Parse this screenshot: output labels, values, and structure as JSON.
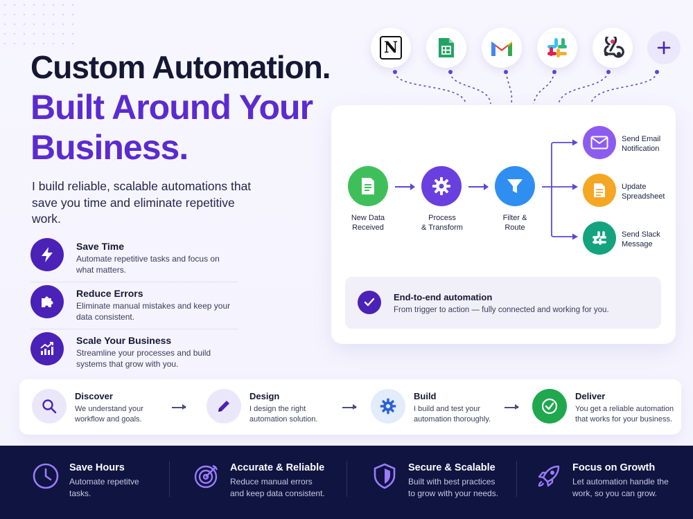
{
  "hero": {
    "line1": "Custom Automation.",
    "line2": "Built Around Your",
    "line3": "Business.",
    "subtitle": "I build reliable, scalable automations that save you time and eliminate repetitive work."
  },
  "benefits": [
    {
      "title": "Save Time",
      "desc": "Automate repetitive tasks and focus on what matters.",
      "icon": "lightning-icon"
    },
    {
      "title": "Reduce Errors",
      "desc": "Eliminate manual mistakes and keep your data consistent.",
      "icon": "puzzle-icon"
    },
    {
      "title": "Scale Your Business",
      "desc": "Streamline your processes and build systems that grow with you.",
      "icon": "growth-chart-icon"
    }
  ],
  "integrations": [
    {
      "name": "notion-icon",
      "letter": "N"
    },
    {
      "name": "google-sheets-icon"
    },
    {
      "name": "gmail-icon"
    },
    {
      "name": "slack-icon"
    },
    {
      "name": "webhook-icon"
    },
    {
      "name": "plus-icon"
    }
  ],
  "workflow": {
    "nodes": [
      {
        "label_1": "New Data",
        "label_2": "Received",
        "color": "#3fbf5a",
        "icon": "document-icon"
      },
      {
        "label_1": "Process",
        "label_2": "& Transform",
        "color": "#6a3fe0",
        "icon": "gear-icon"
      },
      {
        "label_1": "Filter &",
        "label_2": "Route",
        "color": "#2f8ff0",
        "icon": "filter-icon"
      }
    ],
    "outputs": [
      {
        "label_1": "Send Email",
        "label_2": "Notification",
        "color": "#8c5cf0",
        "icon": "envelope-icon"
      },
      {
        "label_1": "Update",
        "label_2": "Spreadsheet",
        "color": "#f5a623",
        "icon": "spreadsheet-icon"
      },
      {
        "label_1": "Send Slack",
        "label_2": "Message",
        "color": "#14a37f",
        "icon": "slack-icon"
      }
    ],
    "summary_title": "End-to-end automation",
    "summary_desc": "From trigger to action — fully connected and working for you."
  },
  "process": [
    {
      "title": "Discover",
      "desc_1": "We understand your",
      "desc_2": "workflow and goals.",
      "icon": "search-icon"
    },
    {
      "title": "Design",
      "desc_1": "I design the right",
      "desc_2": "automation solution.",
      "icon": "pencil-icon"
    },
    {
      "title": "Build",
      "desc_1": "I build and test your",
      "desc_2": "automation thoroughly.",
      "icon": "gear-icon"
    },
    {
      "title": "Deliver",
      "desc_1": "You get a reliable automation",
      "desc_2": "that works for your business.",
      "icon": "check-icon"
    }
  ],
  "footer": [
    {
      "title": "Save Hours",
      "desc_1": "Automate repetitve",
      "desc_2": "tasks.",
      "icon": "clock-icon"
    },
    {
      "title": "Accurate & Reliable",
      "desc_1": "Reduce manual errors",
      "desc_2": "and keep data consistent.",
      "icon": "target-icon"
    },
    {
      "title": "Secure & Scalable",
      "desc_1": "Built with best practices",
      "desc_2": "to grow with your needs.",
      "icon": "shield-icon"
    },
    {
      "title": "Focus on Growth",
      "desc_1": "Let automation handle the",
      "desc_2": "work, so you can grow.",
      "icon": "rocket-icon"
    }
  ],
  "colors": {
    "brand": "#5b2bd0",
    "dark": "#0f1440",
    "accent": "#4b22b8"
  }
}
